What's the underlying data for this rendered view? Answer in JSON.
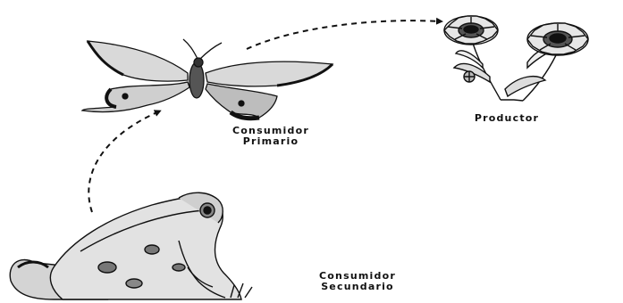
{
  "diagram": {
    "nodes": [
      {
        "id": "productor",
        "label_lines": [
          "Productor"
        ]
      },
      {
        "id": "consumidor-primario",
        "label_lines": [
          "Consumidor",
          "Primario"
        ]
      },
      {
        "id": "consumidor-secundario",
        "label_lines": [
          "Consumidor",
          "Secundario"
        ]
      }
    ],
    "arrows": [
      {
        "from": "consumidor-secundario",
        "to": "consumidor-primario",
        "style": "dashed"
      },
      {
        "from": "consumidor-primario",
        "to": "productor",
        "style": "dashed"
      }
    ],
    "colors": {
      "ink": "#111111",
      "background": "#ffffff"
    },
    "illustrations": [
      "flower-illustration",
      "butterfly-illustration",
      "frog-illustration"
    ]
  }
}
